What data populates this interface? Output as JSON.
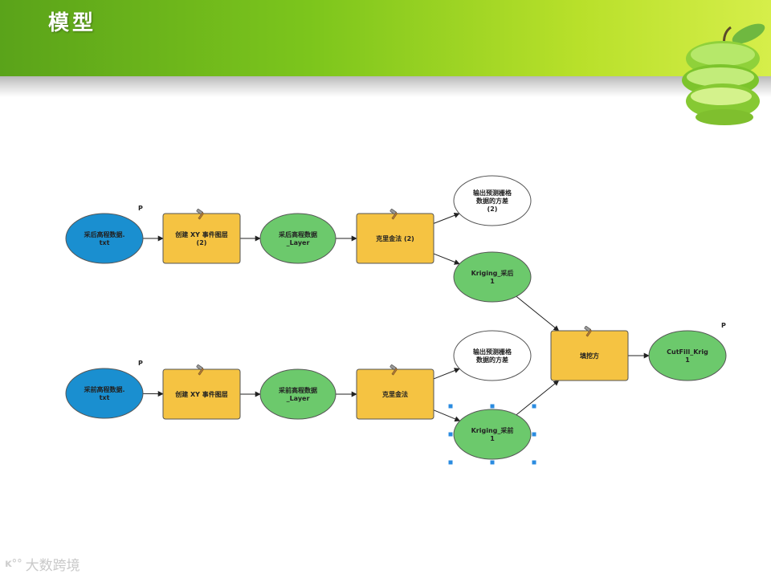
{
  "slide": {
    "title": "模型"
  },
  "watermark": {
    "logo": "ĸ°°",
    "text": "大数跨境"
  },
  "diagram": {
    "nodes": [
      {
        "id": "in_after",
        "shape": "ellipse",
        "fill": "#1a8fd0",
        "label": "采后高程数据.\ntxt",
        "param": "P"
      },
      {
        "id": "tool_xy2",
        "shape": "rect",
        "fill": "#f5c342",
        "label": "创建 XY 事件图层\n(2)",
        "tool_icon": "hammer-icon"
      },
      {
        "id": "layer_after",
        "shape": "ellipse",
        "fill": "#6cc96c",
        "label": "采后高程数据\n_Layer"
      },
      {
        "id": "tool_krig2",
        "shape": "rect",
        "fill": "#f5c342",
        "label": "克里金法 (2)",
        "tool_icon": "hammer-icon"
      },
      {
        "id": "out_var2",
        "shape": "ellipse",
        "fill": "#ffffff",
        "label": "输出预测栅格\n数据的方差\n(2)"
      },
      {
        "id": "krig_after",
        "shape": "ellipse",
        "fill": "#6cc96c",
        "label": "Kriging_采后\n1"
      },
      {
        "id": "in_before",
        "shape": "ellipse",
        "fill": "#1a8fd0",
        "label": "采前高程数据.\ntxt",
        "param": "P"
      },
      {
        "id": "tool_xy",
        "shape": "rect",
        "fill": "#f5c342",
        "label": "创建 XY 事件图层",
        "tool_icon": "hammer-icon"
      },
      {
        "id": "layer_before",
        "shape": "ellipse",
        "fill": "#6cc96c",
        "label": "采前高程数据\n_Layer"
      },
      {
        "id": "tool_krig",
        "shape": "rect",
        "fill": "#f5c342",
        "label": "克里金法",
        "tool_icon": "hammer-icon"
      },
      {
        "id": "out_var",
        "shape": "ellipse",
        "fill": "#ffffff",
        "label": "输出预测栅格\n数据的方差"
      },
      {
        "id": "krig_before",
        "shape": "ellipse",
        "fill": "#6cc96c",
        "label": "Kriging_采前\n1",
        "selected": true
      },
      {
        "id": "tool_cutfill",
        "shape": "rect",
        "fill": "#f5c342",
        "label": "填挖方",
        "tool_icon": "hammer-icon"
      },
      {
        "id": "out_cutfill",
        "shape": "ellipse",
        "fill": "#6cc96c",
        "label": "CutFill_Krig\n1",
        "param": "P"
      }
    ],
    "edges": [
      [
        "in_after",
        "tool_xy2"
      ],
      [
        "tool_xy2",
        "layer_after"
      ],
      [
        "layer_after",
        "tool_krig2"
      ],
      [
        "tool_krig2",
        "out_var2"
      ],
      [
        "tool_krig2",
        "krig_after"
      ],
      [
        "in_before",
        "tool_xy"
      ],
      [
        "tool_xy",
        "layer_before"
      ],
      [
        "layer_before",
        "tool_krig"
      ],
      [
        "tool_krig",
        "out_var"
      ],
      [
        "tool_krig",
        "krig_before"
      ],
      [
        "krig_after",
        "tool_cutfill"
      ],
      [
        "krig_before",
        "tool_cutfill"
      ],
      [
        "tool_cutfill",
        "out_cutfill"
      ]
    ]
  }
}
